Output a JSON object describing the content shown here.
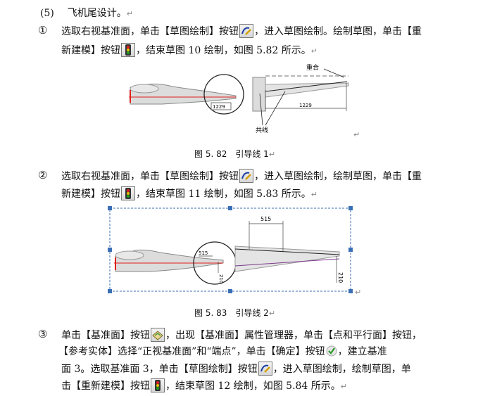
{
  "heading": {
    "num": "(5)",
    "text": "飞机尾设计。"
  },
  "steps": [
    {
      "marker": "①",
      "l1a": "选取右视基准面，单击【草图绘制】按钮",
      "l1b": "，进入草图绘制。绘制草图，单击【重",
      "l2a": "新建模】按钮",
      "l2b": "，结束草图 10 绘制，如图 5.82 所示。"
    },
    {
      "marker": "②",
      "l1a": "选取右视基准面，单击【草图绘制】按钮",
      "l1b": "，进入草图绘制，绘制草图，单击【重",
      "l2a": "新建模】按钮",
      "l2b": "，结束草图 11 绘制，如图 5.83 所示。"
    },
    {
      "marker": "③",
      "l1a": "单击【基准面】按钮",
      "l1b": "，出现【基准面】属性管理器，单击【点和平行面】按钮，",
      "l2a": "【参考实体】选择“正视基准面”和“端点”，单击【确定】按钮",
      "l2b": "，建立基准",
      "l3a": "面 3。选取基准面 3，单击【草图绘制】按钮",
      "l3b": "，进入草图绘制，绘制草图，单",
      "l4a": "击【重新建模】按钮",
      "l4b": "，结束草图 12 绘制，如图 5.84 所示。"
    }
  ],
  "figures": [
    {
      "caption": "图 5. 82　引导线 1",
      "dim": "1229",
      "label_top": "重合",
      "label_bottom": "共线"
    },
    {
      "caption": "图 5. 83　引导线 2",
      "dim_h": "515",
      "dim_v": "210"
    }
  ],
  "return_mark": "↵",
  "colors": {
    "accent_red": "#e0201a",
    "selection_blue": "#3a6fb5",
    "body_fill": "#dcdcdc"
  },
  "icons": [
    "sketch-icon",
    "rebuild-icon",
    "plane-icon",
    "confirm-check-icon"
  ]
}
